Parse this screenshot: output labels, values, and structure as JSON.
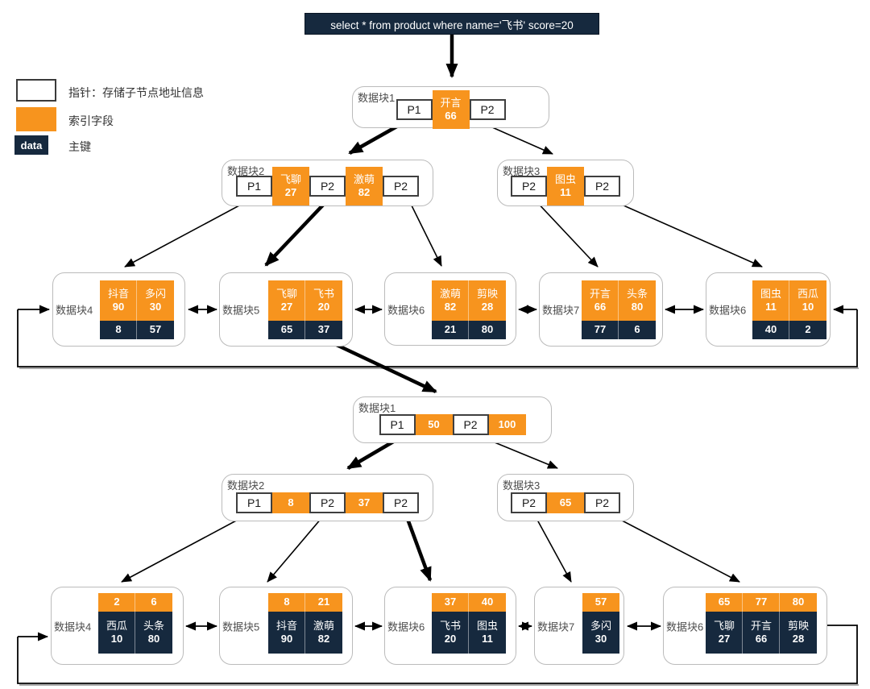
{
  "title": "select * from product where name='飞书' score=20",
  "legend": {
    "pointer_label": "指针：存储子节点地址信息",
    "index_label": "索引字段",
    "data_text": "data",
    "pk_label": "主键"
  },
  "colors": {
    "index_orange": "#F7941E",
    "pk_navy": "#16293E"
  },
  "tree_top": {
    "internal_nodes": [
      {
        "label": "数据块1",
        "cells": [
          {
            "text": "P1"
          },
          {
            "name": "开言",
            "value": "66"
          },
          {
            "text": "P2"
          }
        ]
      },
      {
        "label": "数据块2",
        "cells": [
          {
            "text": "P1"
          },
          {
            "name": "飞聊",
            "value": "27"
          },
          {
            "text": "P2"
          },
          {
            "name": "激萌",
            "value": "82"
          },
          {
            "text": "P2"
          }
        ]
      },
      {
        "label": "数据块3",
        "cells": [
          {
            "text": "P2"
          },
          {
            "name": "图虫",
            "value": "11"
          },
          {
            "text": "P2"
          }
        ]
      }
    ],
    "leaves": [
      {
        "label": "数据块4",
        "entries": [
          {
            "name": "抖音",
            "score": "90",
            "pk": "8"
          },
          {
            "name": "多闪",
            "score": "30",
            "pk": "57"
          }
        ]
      },
      {
        "label": "数据块5",
        "entries": [
          {
            "name": "飞聊",
            "score": "27",
            "pk": "65"
          },
          {
            "name": "飞书",
            "score": "20",
            "pk": "37"
          }
        ]
      },
      {
        "label": "数据块6",
        "entries": [
          {
            "name": "激萌",
            "score": "82",
            "pk": "21"
          },
          {
            "name": "剪映",
            "score": "28",
            "pk": "80"
          }
        ]
      },
      {
        "label": "数据块7",
        "entries": [
          {
            "name": "开言",
            "score": "66",
            "pk": "77"
          },
          {
            "name": "头条",
            "score": "80",
            "pk": "6"
          }
        ]
      },
      {
        "label": "数据块6",
        "entries": [
          {
            "name": "图虫",
            "score": "11",
            "pk": "40"
          },
          {
            "name": "西瓜",
            "score": "10",
            "pk": "2"
          }
        ]
      }
    ]
  },
  "tree_bottom": {
    "internal_nodes": [
      {
        "label": "数据块1",
        "cells": [
          {
            "text": "P1"
          },
          {
            "value": "50"
          },
          {
            "text": "P2"
          },
          {
            "value": "100"
          }
        ]
      },
      {
        "label": "数据块2",
        "cells": [
          {
            "text": "P1"
          },
          {
            "value": "8"
          },
          {
            "text": "P2"
          },
          {
            "value": "37"
          },
          {
            "text": "P2"
          }
        ]
      },
      {
        "label": "数据块3",
        "cells": [
          {
            "text": "P2"
          },
          {
            "value": "65"
          },
          {
            "text": "P2"
          }
        ]
      }
    ],
    "leaves": [
      {
        "label": "数据块4",
        "entries": [
          {
            "pk": "2",
            "name": "西瓜",
            "score": "10"
          },
          {
            "pk": "6",
            "name": "头条",
            "score": "80"
          }
        ]
      },
      {
        "label": "数据块5",
        "entries": [
          {
            "pk": "8",
            "name": "抖音",
            "score": "90"
          },
          {
            "pk": "21",
            "name": "激萌",
            "score": "82"
          }
        ]
      },
      {
        "label": "数据块6",
        "entries": [
          {
            "pk": "37",
            "name": "飞书",
            "score": "20"
          },
          {
            "pk": "40",
            "name": "图虫",
            "score": "11"
          }
        ]
      },
      {
        "label": "数据块7",
        "entries": [
          {
            "pk": "57",
            "name": "多闪",
            "score": "30"
          }
        ]
      },
      {
        "label": "数据块6",
        "entries": [
          {
            "pk": "65",
            "name": "飞聊",
            "score": "27"
          },
          {
            "pk": "77",
            "name": "开言",
            "score": "66"
          },
          {
            "pk": "80",
            "name": "剪映",
            "score": "28"
          }
        ]
      }
    ]
  }
}
